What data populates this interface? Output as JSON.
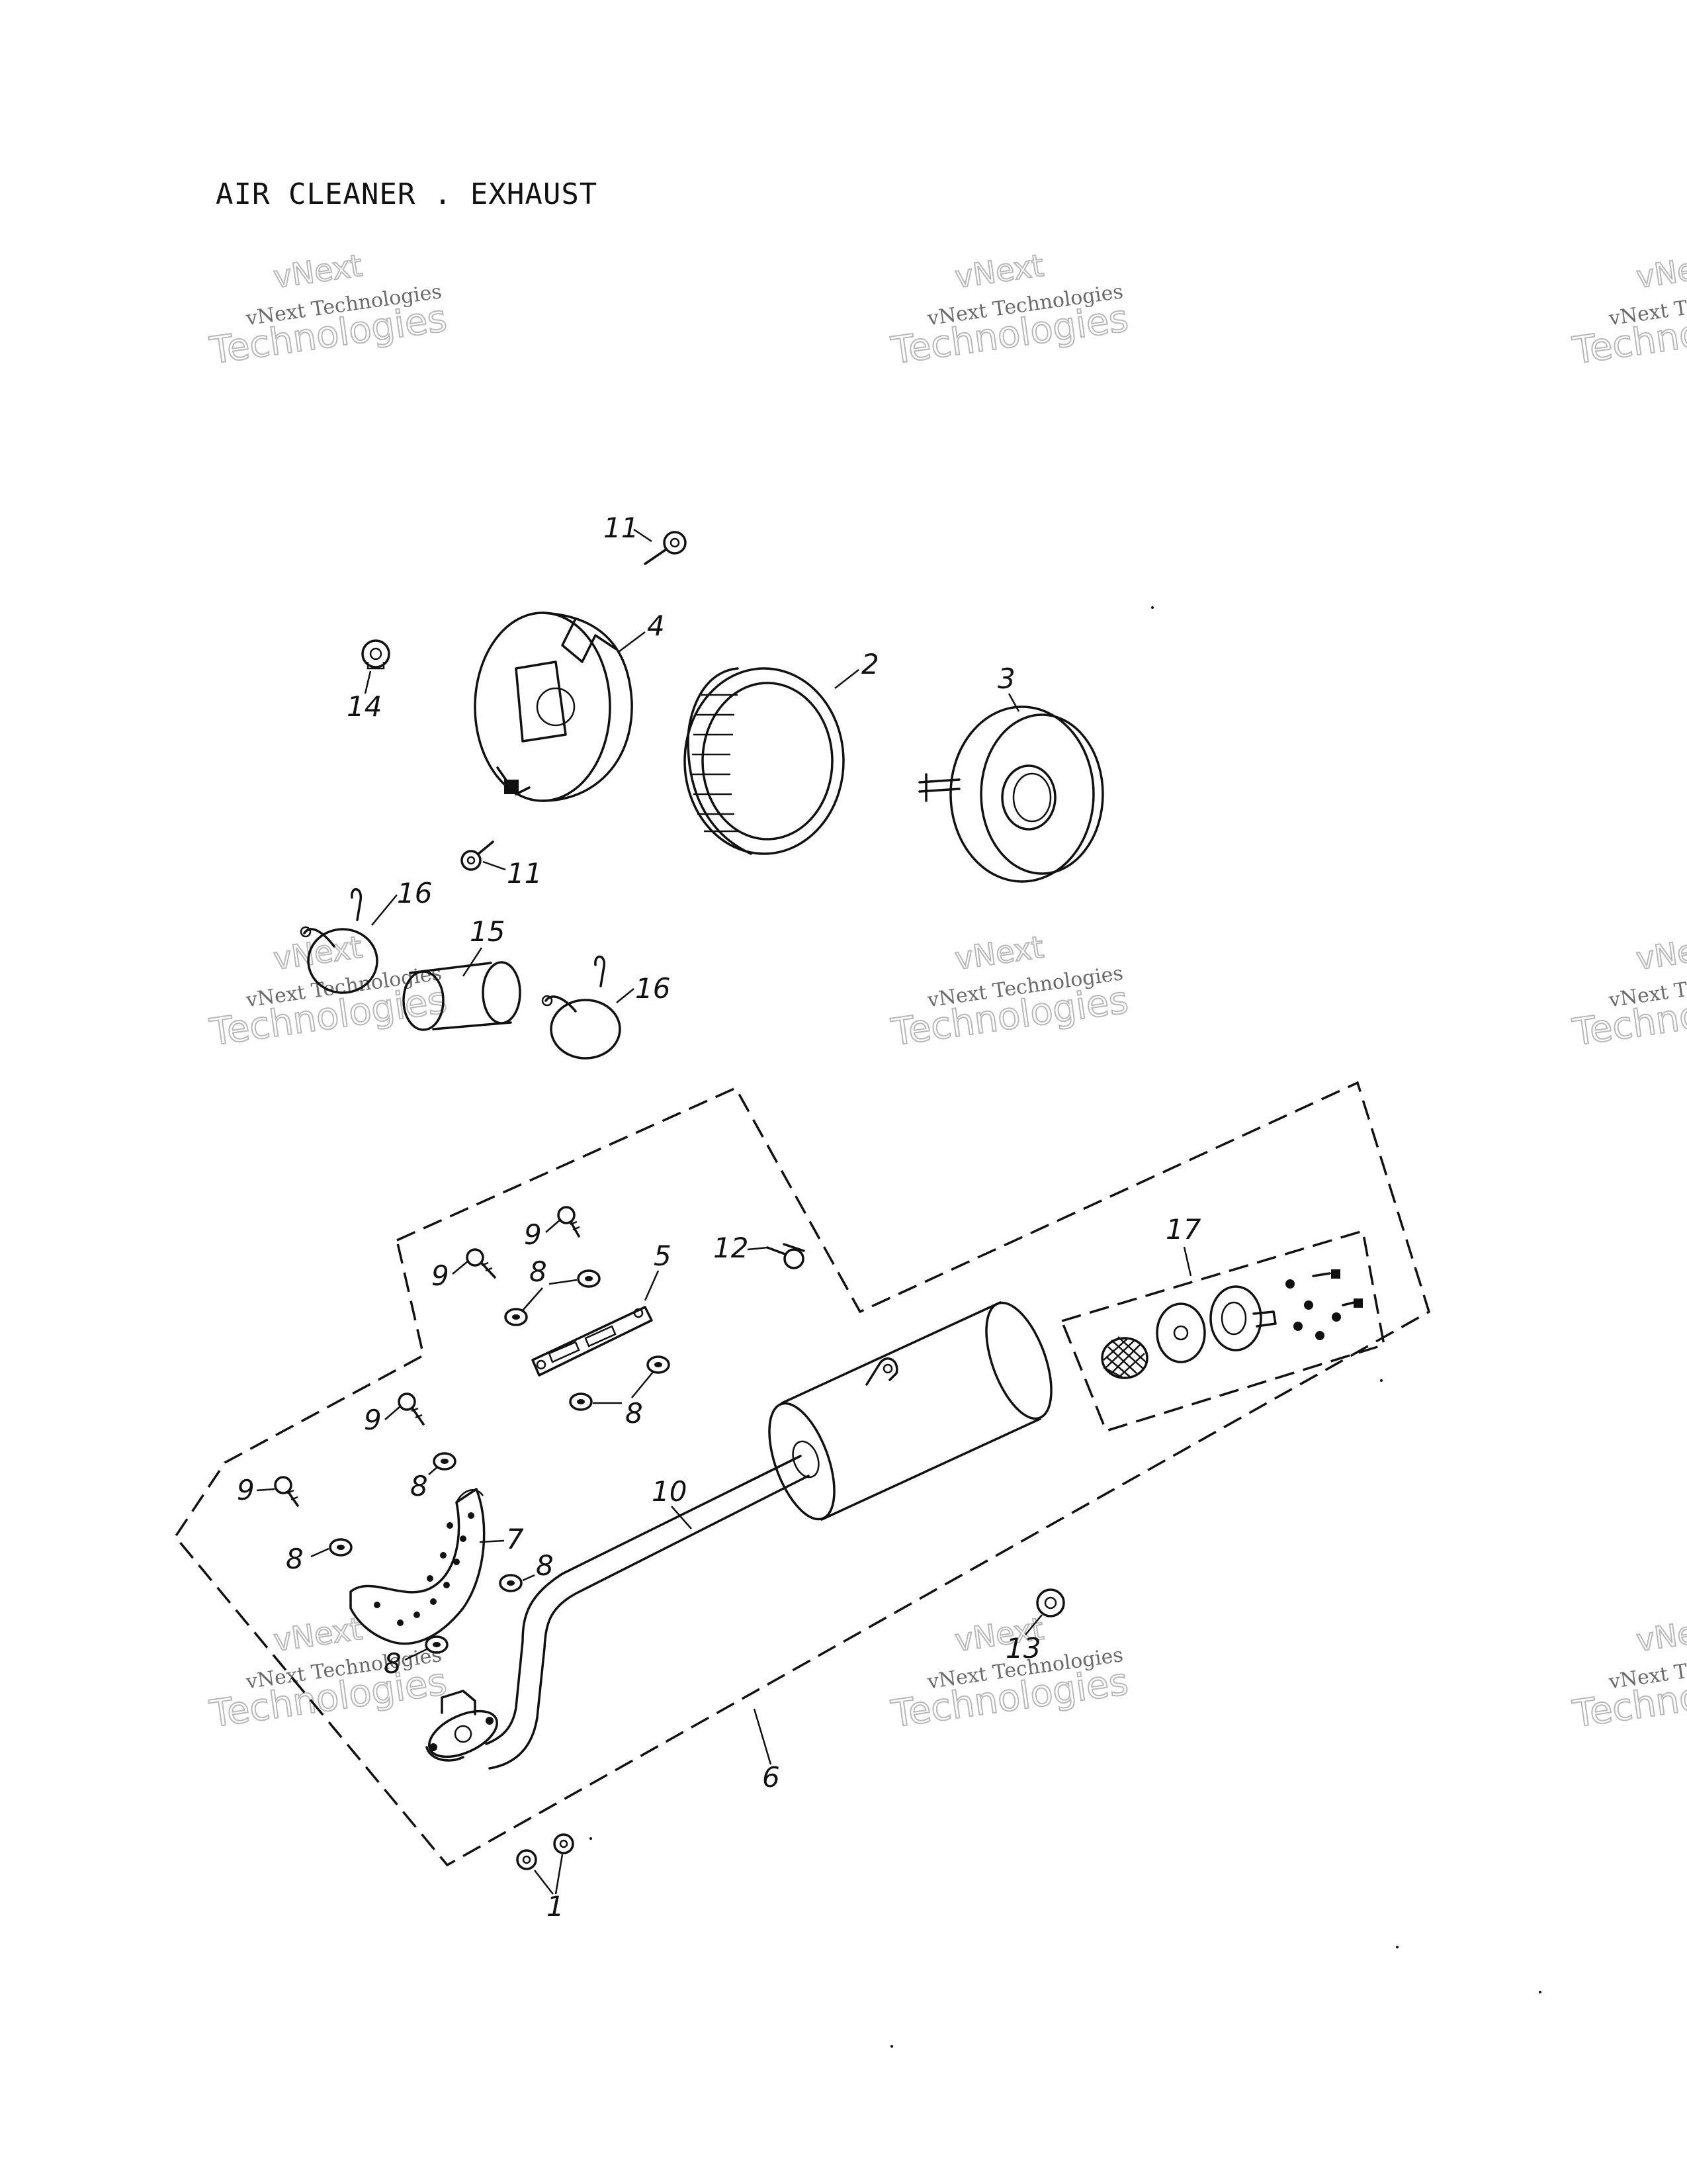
{
  "title": "AIR CLEANER . EXHAUST",
  "watermark": {
    "line1": "vNext Technologies",
    "line2": "vNext",
    "line3": "Technologies"
  },
  "callouts": {
    "p1": "1",
    "p2": "2",
    "p3": "3",
    "p4": "4",
    "p5": "5",
    "p6": "6",
    "p7": "7",
    "p8": "8",
    "p9": "9",
    "p10": "10",
    "p11": "11",
    "p12": "12",
    "p13": "13",
    "p14": "14",
    "p15": "15",
    "p16": "16",
    "p17": "17"
  }
}
